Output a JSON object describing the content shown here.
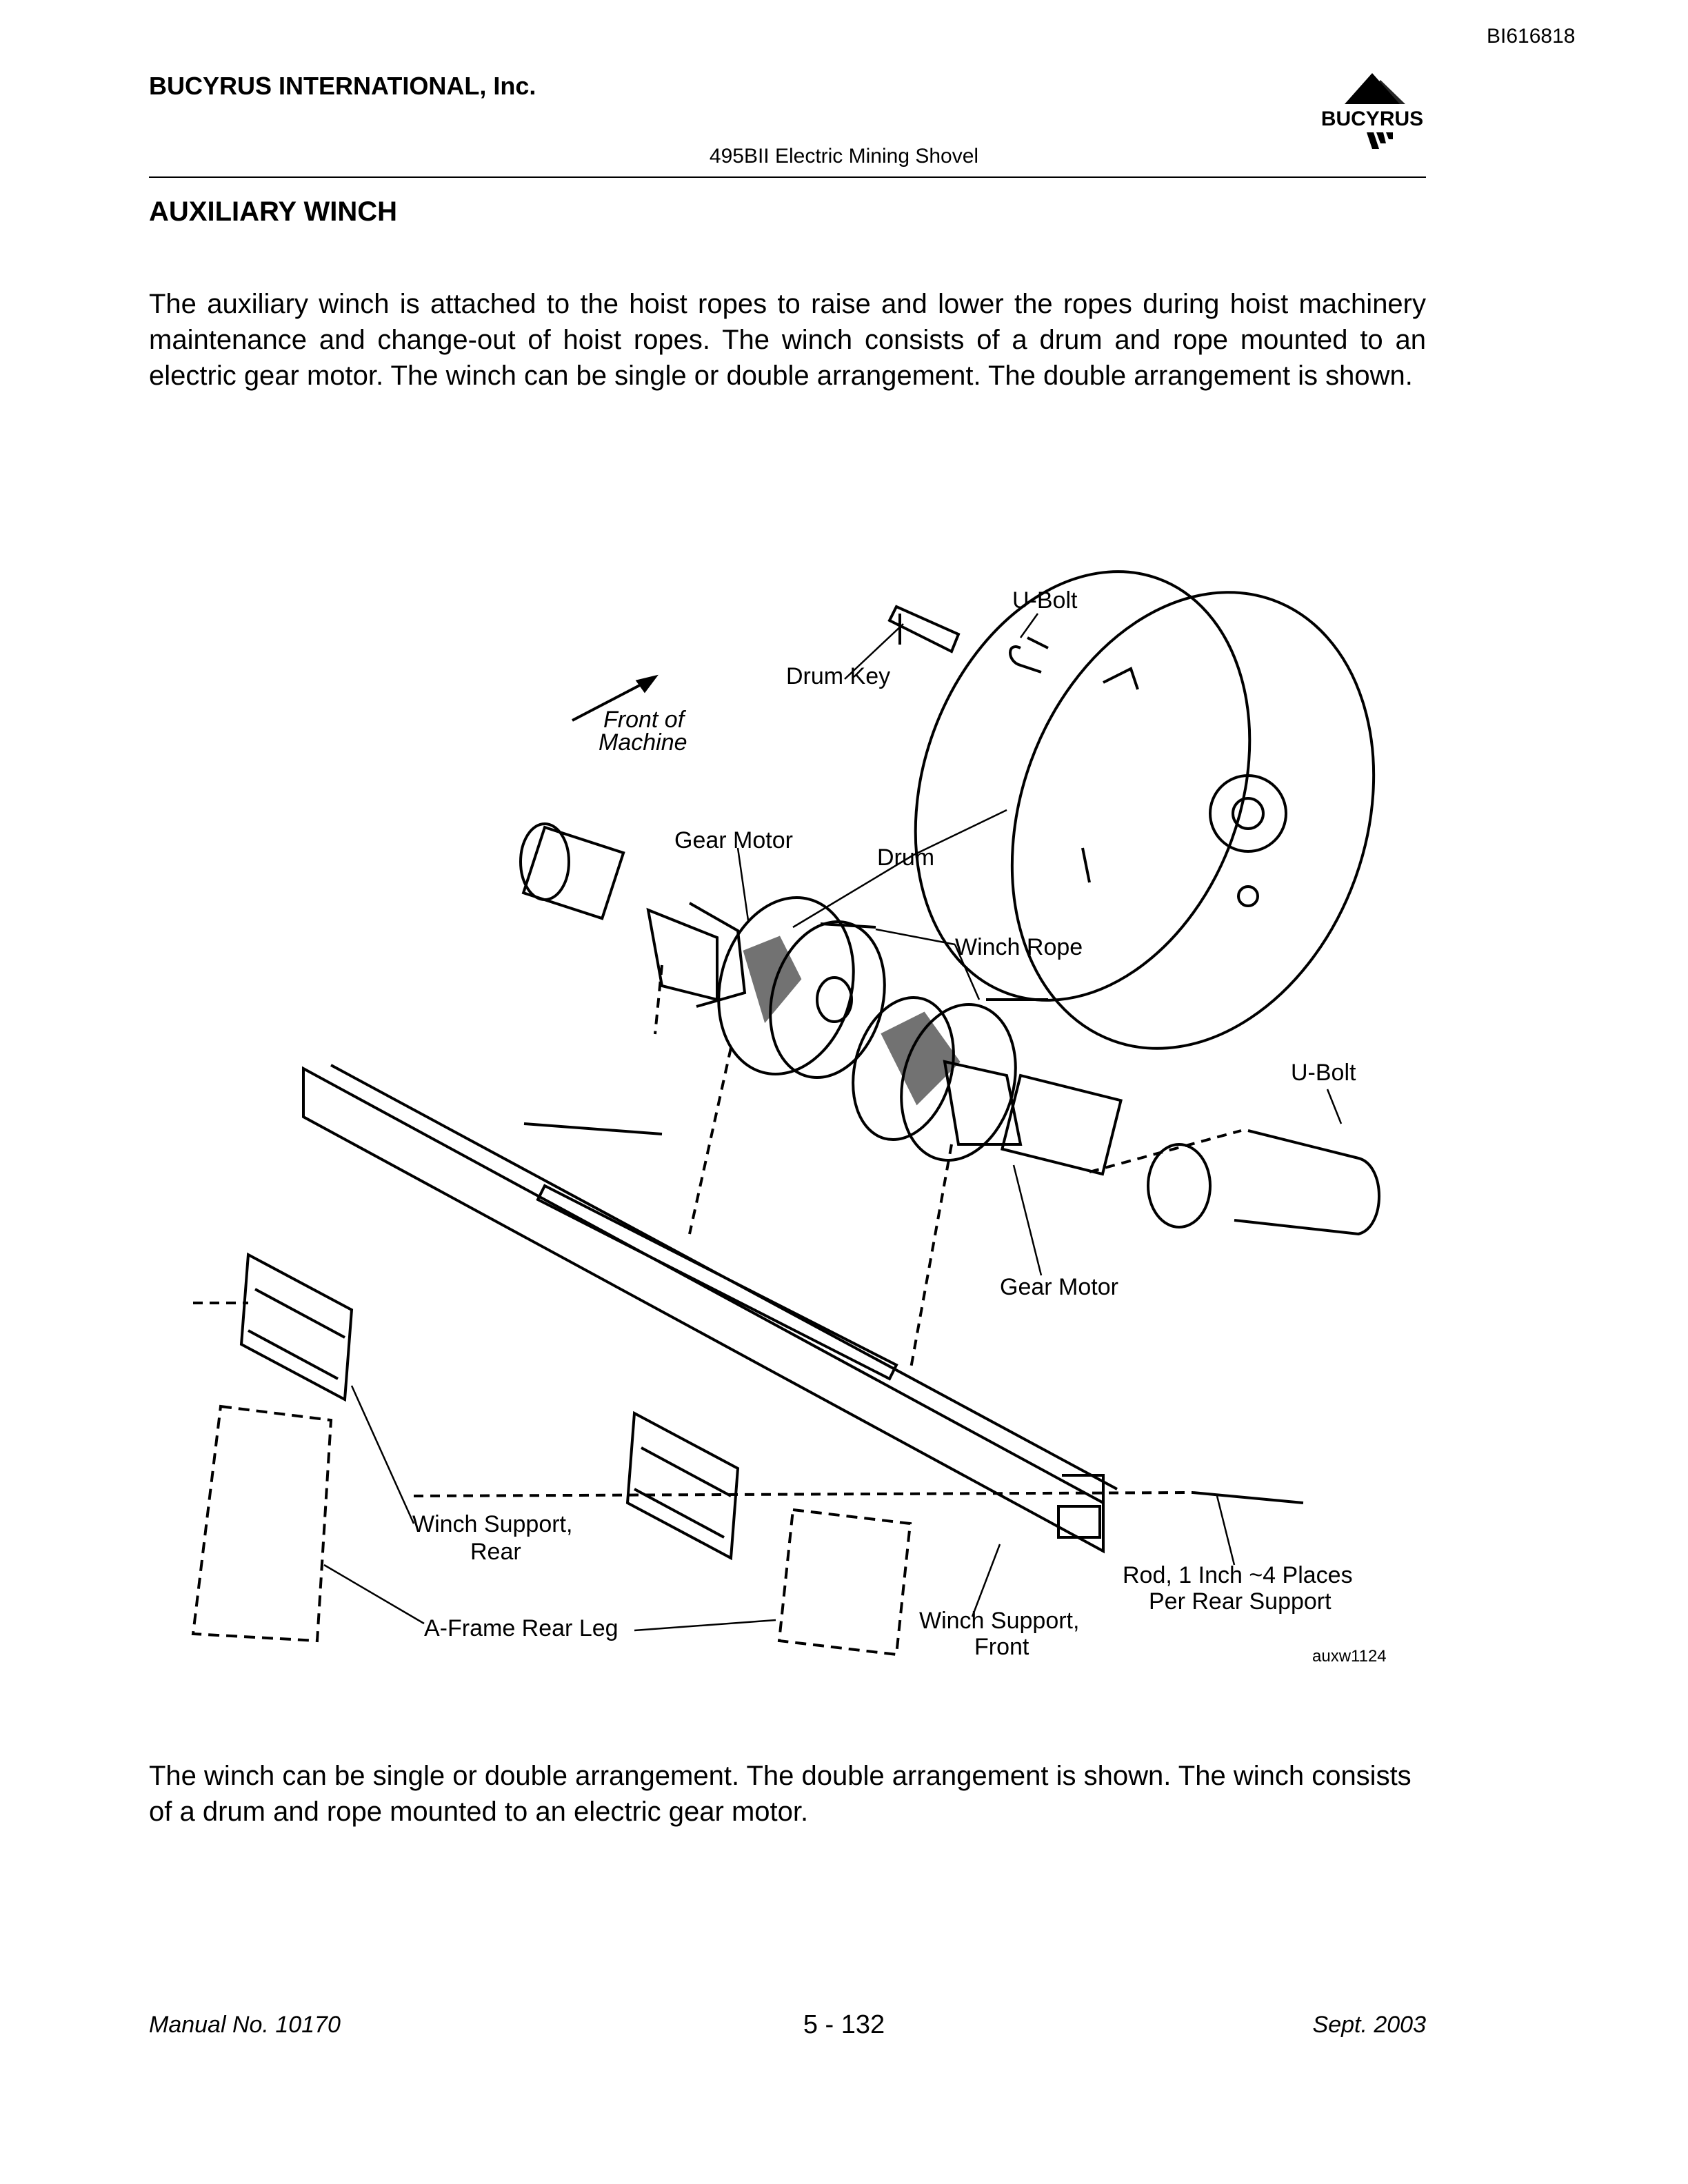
{
  "header": {
    "doc_id": "BI616818",
    "company": "BUCYRUS INTERNATIONAL, Inc.",
    "logo_text": "BUCYRUS",
    "subtitle": "495BII Electric Mining Shovel"
  },
  "section": {
    "heading": "AUXILIARY WINCH",
    "intro": "The auxiliary winch is attached to the hoist ropes to raise and lower the ropes during hoist machinery maintenance and change-out of hoist ropes. The winch consists of a drum and rope mounted to an electric gear motor. The winch can be single or double arrangement. The double arrangement is shown.",
    "caption": "The winch can be single or double arrangement. The double arrangement is shown. The winch consists of a drum and rope mounted to an electric gear motor."
  },
  "figure": {
    "labels": {
      "u_bolt_top": "U-Bolt",
      "drum_key": "Drum Key",
      "front_line1": "Front of",
      "front_line2": "Machine",
      "gear_motor_top": "Gear Motor",
      "drum": "Drum",
      "winch_rope": "Winch Rope",
      "u_bolt_right": "U-Bolt",
      "gear_motor_bottom": "Gear Motor",
      "winch_support_rear_1": "Winch Support,",
      "winch_support_rear_2": "Rear",
      "a_frame": "A-Frame Rear Leg",
      "winch_support_front_1": "Winch Support,",
      "winch_support_front_2": "Front",
      "rod_1": "Rod, 1 Inch ~4 Places",
      "rod_2": "Per Rear Support",
      "figure_id": "auxw1124"
    }
  },
  "footer": {
    "manual": "Manual No. 10170",
    "page": "5 - 132",
    "date": "Sept. 2003"
  }
}
